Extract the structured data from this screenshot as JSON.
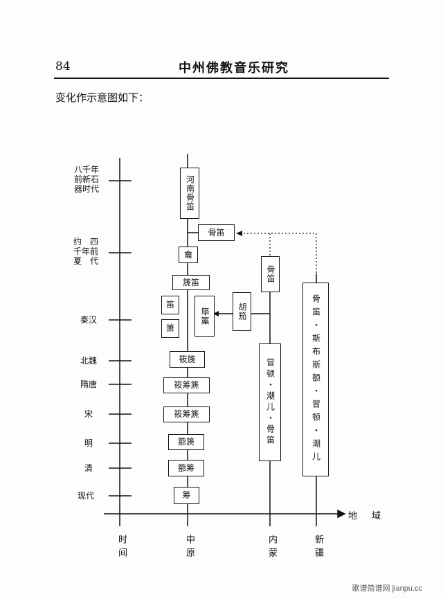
{
  "header": {
    "page_number": "84",
    "title": "中州佛教音乐研究"
  },
  "intro_text": "变化作示意图如下：",
  "time_axis": {
    "labels": [
      "八千年\n前新石\n器时代",
      "约　四\n千年前\n夏　代",
      "秦汉",
      "北魏",
      "隋唐",
      "宋",
      "明",
      "清",
      "现代"
    ]
  },
  "region_axis": {
    "name": "地　域",
    "columns": [
      "时间",
      "中原",
      "内蒙",
      "新疆"
    ]
  },
  "boxes": {
    "henan_gudi": "河南骨笛",
    "gudi_branch": "骨笛",
    "yue": "龠",
    "chidi": "篪笛",
    "di": "笛",
    "xiao": "箫",
    "bili": "筚篥",
    "hujia": "胡笳",
    "qichu": "筱篪",
    "qichouchu": "筱筹篪",
    "qichouchu2": "筱筹篪",
    "chuchu": "篰篪",
    "chuchou": "篰筹",
    "chou": "筹",
    "nm_gudi": "骨笛",
    "nm_list": "冒顿・潮儿・骨笛",
    "xj_list": "骨笛・斯布斯额・冒顿・潮儿"
  },
  "watermark": "歌谱简谱网 jianpu.cc"
}
